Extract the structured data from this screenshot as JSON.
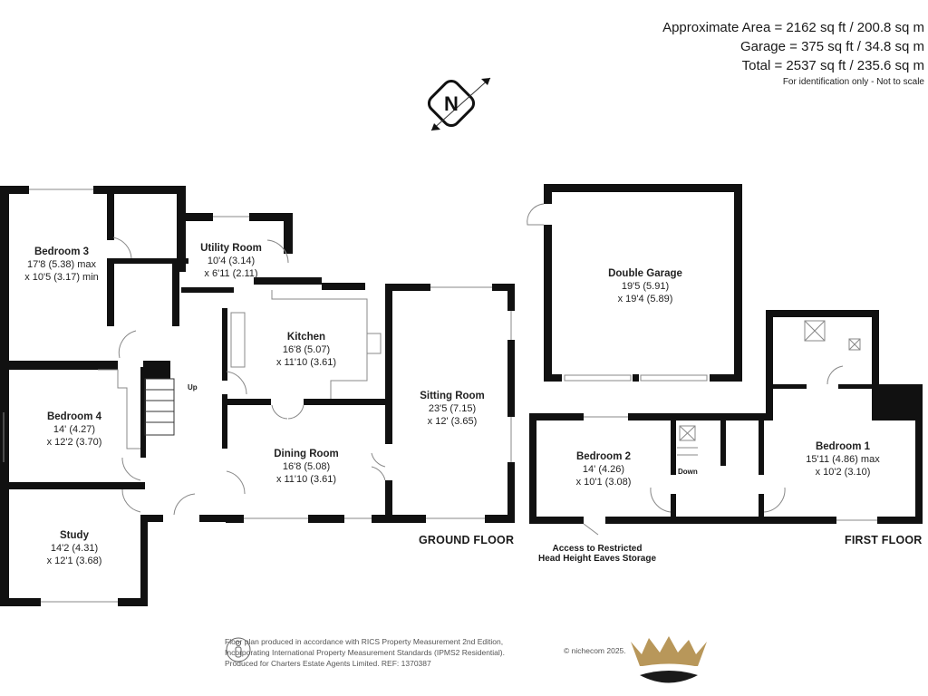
{
  "area_summary": {
    "approximate_area": "Approximate Area = 2162 sq ft / 200.8 sq m",
    "garage": "Garage = 375 sq ft / 34.8 sq m",
    "total": "Total = 2537 sq ft / 235.6 sq m",
    "note": "For identification only - Not to scale"
  },
  "compass": {
    "icon": "north-compass-icon",
    "letter": "N"
  },
  "ground_floor": {
    "title": "GROUND FLOOR",
    "rooms": [
      {
        "name": "Bedroom 3",
        "dim1": "17'8 (5.38) max",
        "dim2": "x 10'5 (3.17) min"
      },
      {
        "name": "Utility Room",
        "dim1": "10'4 (3.14)",
        "dim2": "x 6'11 (2.11)"
      },
      {
        "name": "Kitchen",
        "dim1": "16'8 (5.07)",
        "dim2": "x 11'10 (3.61)"
      },
      {
        "name": "Sitting Room",
        "dim1": "23'5 (7.15)",
        "dim2": "x 12' (3.65)"
      },
      {
        "name": "Bedroom 4",
        "dim1": "14' (4.27)",
        "dim2": "x 12'2 (3.70)"
      },
      {
        "name": "Dining Room",
        "dim1": "16'8 (5.08)",
        "dim2": "x 11'10 (3.61)"
      },
      {
        "name": "Study",
        "dim1": "14'2 (4.31)",
        "dim2": "x 12'1 (3.68)"
      }
    ],
    "stairs_label": "Up"
  },
  "garage": {
    "name": "Double Garage",
    "dim1": "19'5 (5.91)",
    "dim2": "x 19'4 (5.89)"
  },
  "first_floor": {
    "title": "FIRST FLOOR",
    "rooms": [
      {
        "name": "Bedroom 2",
        "dim1": "14' (4.26)",
        "dim2": "x 10'1 (3.08)"
      },
      {
        "name": "Bedroom 1",
        "dim1": "15'11 (4.86) max",
        "dim2": "x 10'2 (3.10)"
      }
    ],
    "stairs_label": "Down",
    "eaves_note_line1": "Access to Restricted",
    "eaves_note_line2": "Head Height Eaves Storage"
  },
  "footer": {
    "line1": "Floor plan produced in accordance with RICS Property Measurement 2nd Edition,",
    "line2": "Incorporating International Property Measurement Standards (IPMS2 Residential).",
    "line3": "Produced for Charters Estate Agents Limited.   REF: 1370387",
    "copyright": "© nichecom 2025.",
    "logo_icon": "crown-logo-icon",
    "person_icon": "person-icon"
  },
  "colors": {
    "wall": "#111111",
    "fixture": "#888888",
    "crown_gold": "#b8975a",
    "crown_black": "#1a1a1a"
  }
}
